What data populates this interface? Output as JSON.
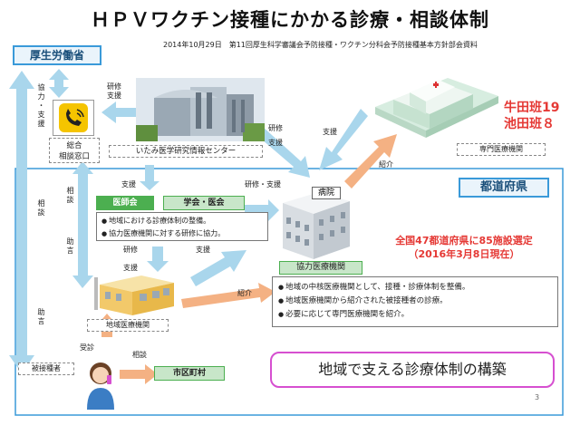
{
  "title": "ＨＰＶワクチン接種にかかる診療・相談体制",
  "subtitle": "2014年10月29日　第11回厚生科学審議会予防接種・ワクチン分科会予防接種基本方針部会資料",
  "mhlw": "厚生労働省",
  "consult_window": "総合\n相談窓口",
  "ldmic": "いたみ医学研究情報センター",
  "specialist": "専門医療機関",
  "research_group": "牛田班19\n池田班８",
  "prefecture": "都道府県",
  "medical_assoc": "医師会",
  "academic_assoc": "学会・医会",
  "assoc_notes": [
    "地域における診療体制の整備。",
    "協力医療機関に対する研修に協力。"
  ],
  "hospital_sign": "病院",
  "cooperating": "協力医療機関",
  "designation": "全国47都道府県に85施設選定\n（2016年3月8日現在）",
  "coop_notes": [
    "地域の中核医療機関として、接種・診療体制を整備。",
    "地域医療機関から紹介された被接種者の診療。",
    "必要に応じて専門医療機関を紹介。"
  ],
  "local": "地域医療機関",
  "recipient": "被接種者",
  "municipality": "市区町村",
  "banner": "地域で支える診療体制の構築",
  "page_no": "3",
  "labels": {
    "cooperate_support": "協力・支援",
    "training": "研修",
    "support": "支援",
    "training_support": "研修・支援",
    "referral": "紹介",
    "consult": "相談",
    "advice": "助言",
    "receive": "受診"
  },
  "colors": {
    "light_blue": "#a9d6ec",
    "green": "#4caf50",
    "peach": "#f4b183",
    "red": "#e53935",
    "purple": "#d64fd0",
    "frame": "#3a9ad9"
  }
}
